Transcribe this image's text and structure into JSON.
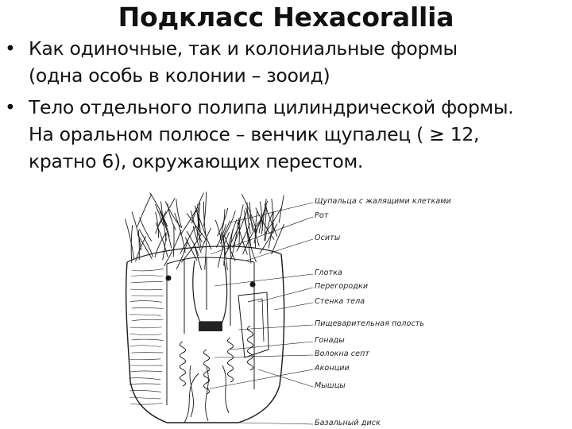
{
  "slide": {
    "title": "Подкласс Hexacorallia",
    "bullets": [
      {
        "symbol": "•",
        "lines": [
          "Как одиночные, так и колониальные формы",
          "(одна особь в колонии – зооид)"
        ]
      },
      {
        "symbol": "•",
        "lines": [
          "Тело отдельного полипа цилиндрической формы.",
          "На оральном полюсе – венчик щупалец ( ≥ 12,",
          "кратно 6), окружающих перестом."
        ]
      }
    ]
  },
  "figure": {
    "labels": [
      "Щупальца с жалящими клетками",
      "Рот",
      "Оситы",
      "Глотка",
      "Перегородки",
      "Стенка тела",
      "Пищеварительная полость",
      "Гонады",
      "Волокна септ",
      "Аконции",
      "Мышцы",
      "Базальный диск"
    ]
  }
}
